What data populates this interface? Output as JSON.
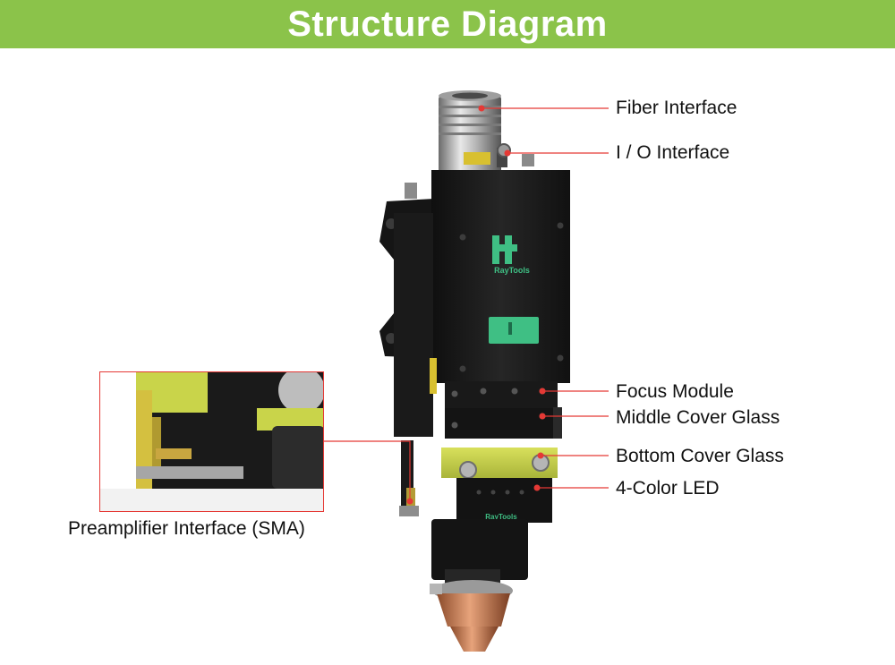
{
  "title": "Structure Diagram",
  "colors": {
    "banner": "#8bc34a",
    "leader_line": "#e53935",
    "head_body": "#1d1d1d",
    "accent_yellow": "#c9d44a",
    "logo_green": "#3fbf84",
    "copper": "#c9835a"
  },
  "labels": {
    "fiber_interface": "Fiber Interface",
    "io_interface": "I / O Interface",
    "focus_module": "Focus Module",
    "middle_cover_glass": "Middle Cover Glass",
    "bottom_cover_glass": "Bottom Cover Glass",
    "led": "4-Color LED",
    "preamplifier": "Preamplifier Interface (SMA)"
  },
  "brand": {
    "logo_text": "RayTools",
    "bottom_logo_text": "RayTools"
  }
}
